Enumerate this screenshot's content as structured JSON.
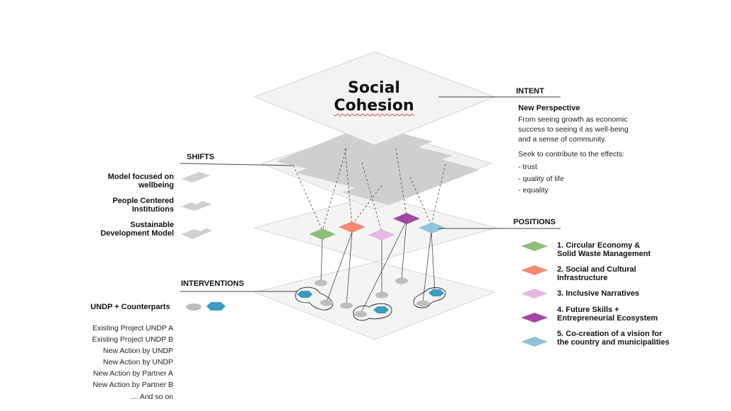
{
  "title": {
    "line1": "Social",
    "line2": "Cohesion"
  },
  "intent": {
    "heading": "INTENT",
    "subheading": "New Perspective",
    "text_lines": [
      "From seeing growth as economic",
      "success to seeing it as well-being",
      "and a sense of community."
    ],
    "effects_intro": "Seek to contribute to the effects:",
    "effects": [
      "- trust",
      "- quality of life",
      "- equality"
    ]
  },
  "shifts": {
    "heading": "SHIFTS",
    "items": [
      {
        "line1": "Model focused on",
        "line2": "wellbeing"
      },
      {
        "line1": "People Centered",
        "line2": "Institutions"
      },
      {
        "line1": "Sustainable",
        "line2": "Development Model"
      }
    ]
  },
  "positions": {
    "heading": "POSITIONS",
    "items": [
      {
        "line1": "1. Circular Economy &",
        "line2": "Solid Waste Management",
        "color": "#8cc07a"
      },
      {
        "line1": "2. Social and Cultural",
        "line2": "Infrastructure",
        "color": "#f58a74"
      },
      {
        "line1": "3. Inclusive Narratives",
        "line2": "",
        "color": "#e7b8e4"
      },
      {
        "line1": "4. Future Skills +",
        "line2": "Entrepreneurial Ecosystem",
        "color": "#a048a3"
      },
      {
        "line1": "5. Co-creation of a vision for",
        "line2": "the country and municipalities",
        "color": "#8fc3d6"
      }
    ]
  },
  "interventions": {
    "heading": "INTERVENTIONS",
    "counterparts_label": "UNDP + Counterparts",
    "list": [
      "Existing Project UNDP A",
      "Existing Project UNDP B",
      "New Action by UNDP",
      "New Action by UNDP",
      "New Action by Partner A",
      "New Action by Partner B",
      ".... And so on"
    ],
    "gray_color": "#bdbdbd",
    "blue_color": "#3a9cc1"
  }
}
